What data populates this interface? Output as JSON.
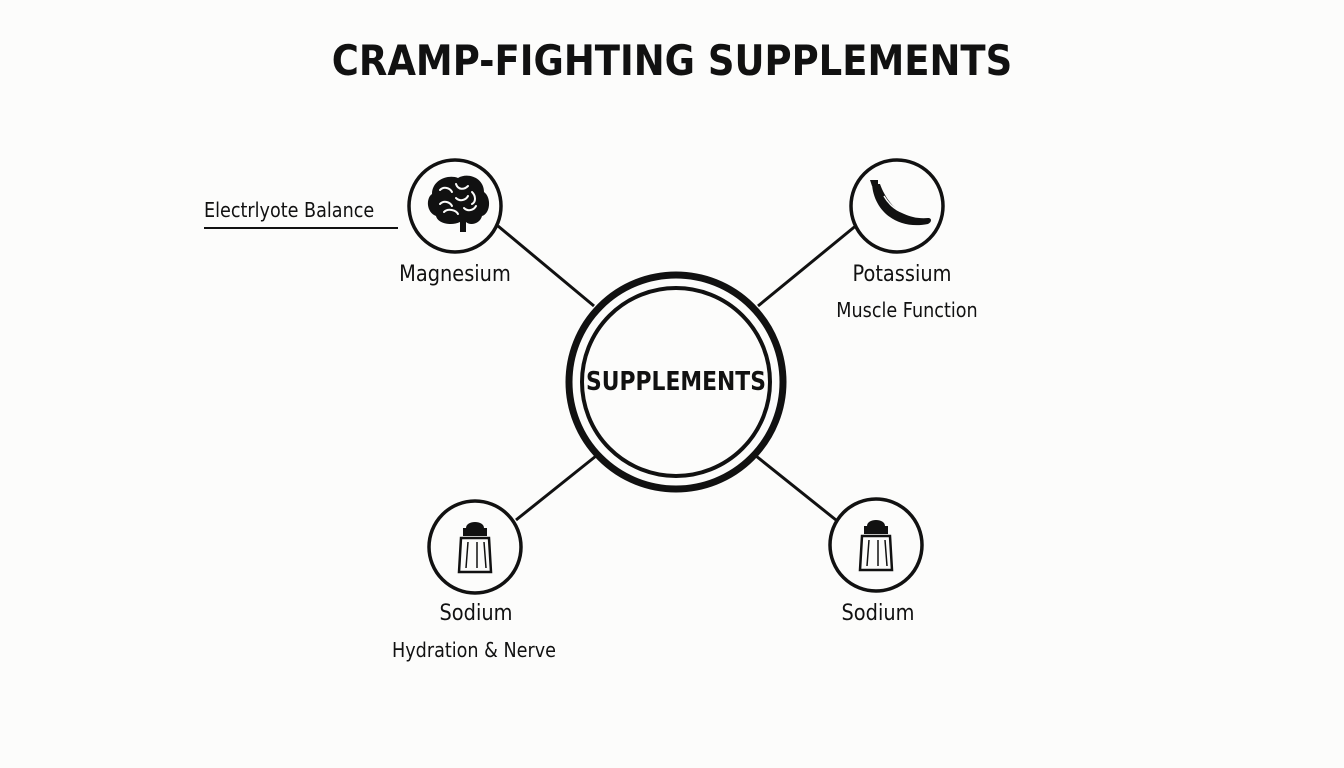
{
  "title": "CRAMP-FIGHTING SUPPLEMENTS",
  "center": {
    "label": "SUPPLEMENTS"
  },
  "side_note": "Electrlyote Balance",
  "nodes": [
    {
      "icon": "brain-icon",
      "label": "Magnesium",
      "sub": ""
    },
    {
      "icon": "banana-icon",
      "label": "Potassium",
      "sub": "Muscle Function"
    },
    {
      "icon": "salt-shaker-icon",
      "label": "Sodium",
      "sub": "Hydration & Nerve"
    },
    {
      "icon": "salt-shaker-icon",
      "label": "Sodium",
      "sub": ""
    }
  ],
  "colors": {
    "ink": "#111111",
    "background": "#fcfcfb"
  }
}
